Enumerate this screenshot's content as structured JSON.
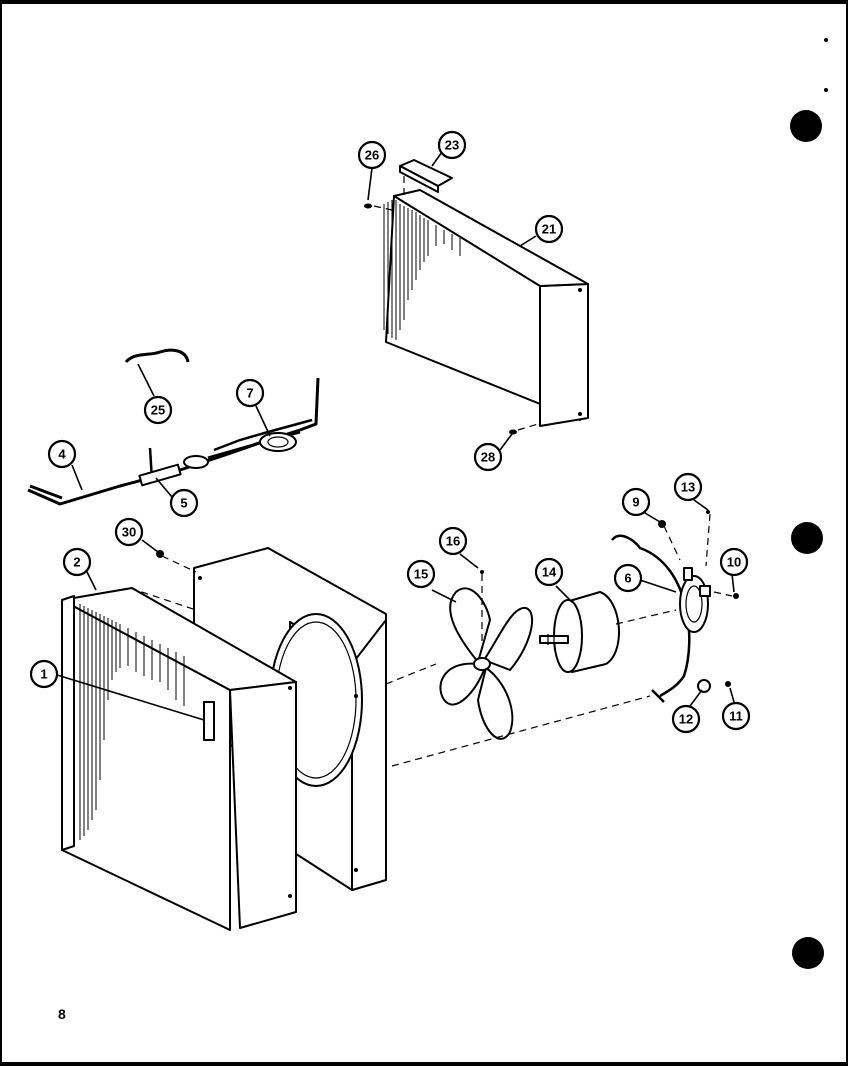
{
  "page": {
    "page_number": "8",
    "paper_color": "#ffffff",
    "ink_color": "#000000",
    "border_color": "#000000"
  },
  "callouts": [
    {
      "id": "c1",
      "label": "1"
    },
    {
      "id": "c2",
      "label": "2"
    },
    {
      "id": "c4",
      "label": "4"
    },
    {
      "id": "c5",
      "label": "5"
    },
    {
      "id": "c6",
      "label": "6"
    },
    {
      "id": "c7",
      "label": "7"
    },
    {
      "id": "c9",
      "label": "9"
    },
    {
      "id": "c10",
      "label": "10"
    },
    {
      "id": "c11",
      "label": "11"
    },
    {
      "id": "c12",
      "label": "12"
    },
    {
      "id": "c13",
      "label": "13"
    },
    {
      "id": "c14",
      "label": "14"
    },
    {
      "id": "c15",
      "label": "15"
    },
    {
      "id": "c16",
      "label": "16"
    },
    {
      "id": "c21",
      "label": "21"
    },
    {
      "id": "c23",
      "label": "23"
    },
    {
      "id": "c25",
      "label": "25"
    },
    {
      "id": "c26",
      "label": "26"
    },
    {
      "id": "c28",
      "label": "28"
    },
    {
      "id": "c30",
      "label": "30"
    }
  ]
}
